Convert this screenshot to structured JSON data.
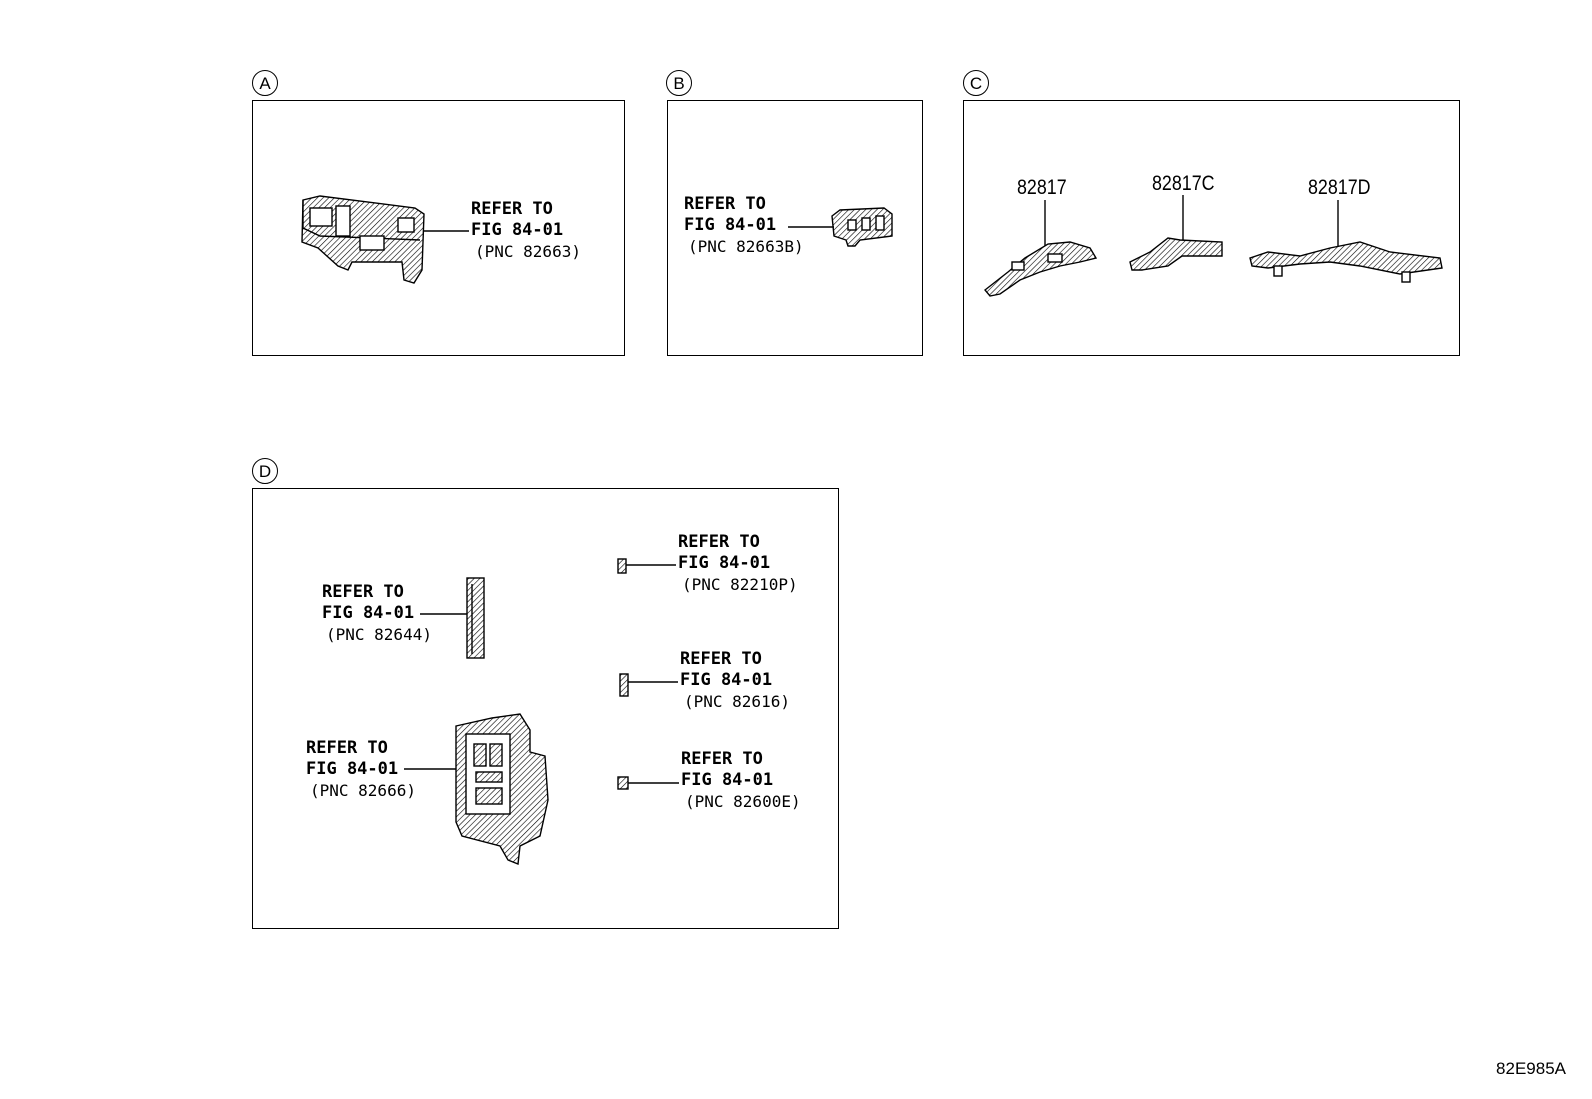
{
  "figure_number": "82E985A",
  "panels": {
    "a": {
      "label": "A",
      "callout": {
        "line1": "REFER TO",
        "line2": "FIG 84-01",
        "line3": "(PNC 82663)"
      }
    },
    "b": {
      "label": "B",
      "callout": {
        "line1": "REFER TO",
        "line2": "FIG 84-01",
        "line3": "(PNC 82663B)"
      }
    },
    "c": {
      "label": "C",
      "parts": [
        "82817",
        "82817C",
        "82817D"
      ]
    },
    "d": {
      "label": "D",
      "callouts": [
        {
          "line1": "REFER TO",
          "line2": "FIG 84-01",
          "line3": "(PNC 82644)"
        },
        {
          "line1": "REFER TO",
          "line2": "FIG 84-01",
          "line3": "(PNC 82666)"
        },
        {
          "line1": "REFER TO",
          "line2": "FIG 84-01",
          "line3": "(PNC 82210P)"
        },
        {
          "line1": "REFER TO",
          "line2": "FIG 84-01",
          "line3": "(PNC 82616)"
        },
        {
          "line1": "REFER TO",
          "line2": "FIG 84-01",
          "line3": "(PNC 82600E)"
        }
      ]
    }
  }
}
